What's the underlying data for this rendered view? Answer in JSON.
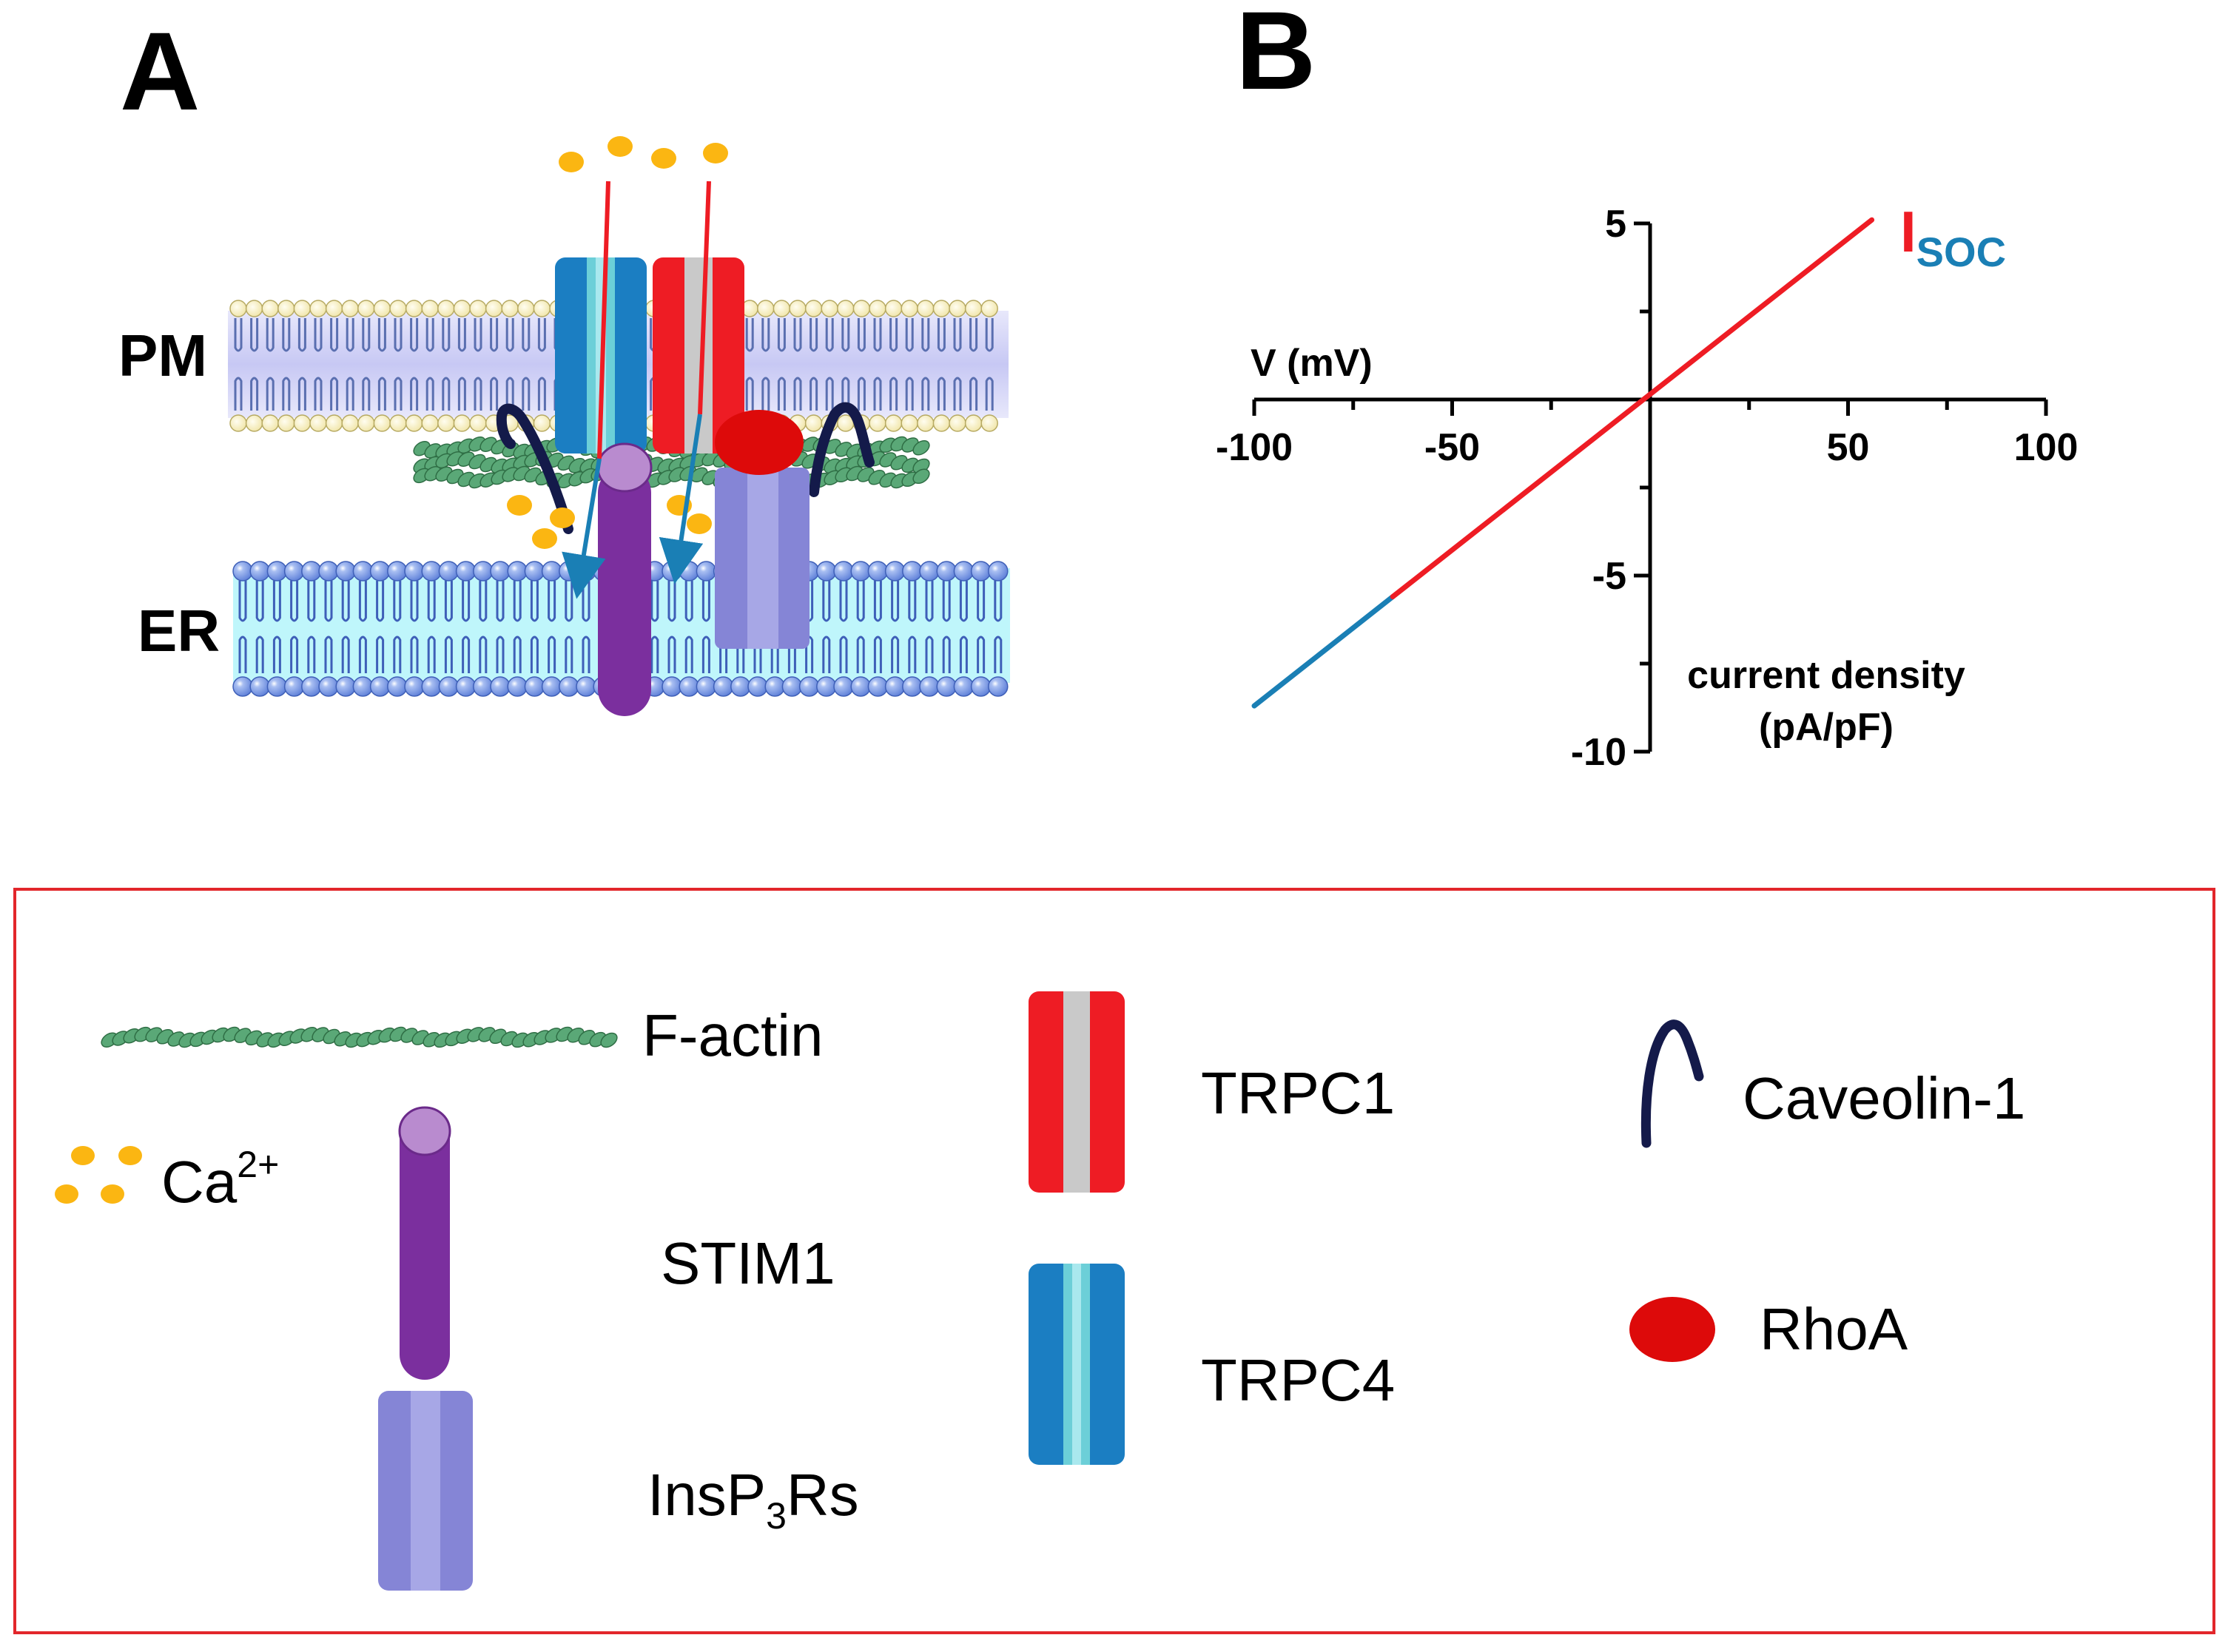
{
  "panel_a": {
    "label": "A",
    "pm_label": "PM",
    "er_label": "ER"
  },
  "panel_b": {
    "label": "B",
    "xlabel": "V (mV)",
    "ylabel_line1": "current density",
    "ylabel_line2": "(pA/pF)",
    "series_label_main": "I",
    "series_label_sub": "SOC",
    "x_ticks": [
      "-100",
      "-50",
      "50",
      "100"
    ],
    "y_ticks": [
      "5",
      "-5",
      "-10"
    ]
  },
  "chart_data": {
    "type": "line",
    "xlabel": "V (mV)",
    "ylabel": "current density (pA/pF)",
    "xlim": [
      -100,
      100
    ],
    "ylim": [
      -10,
      5
    ],
    "x_ticks": [
      -100,
      -50,
      50,
      100
    ],
    "y_ticks": [
      -10,
      -5,
      5
    ],
    "series": [
      {
        "name": "I SOC",
        "x": [
          -100,
          -65,
          56
        ],
        "y": [
          -8.7,
          -5.6,
          5.1
        ],
        "colors": [
          "#1a7fb5",
          "#ee1c24"
        ]
      }
    ]
  },
  "legend": {
    "factin": "F-actin",
    "ca_main": "Ca",
    "ca_sup": "2+",
    "stim1": "STIM1",
    "insp3rs_a": "InsP",
    "insp3rs_sub": "3",
    "insp3rs_b": "Rs",
    "trpc1": "TRPC1",
    "trpc4": "TRPC4",
    "caveolin": "Caveolin-1",
    "rhoa": "RhoA"
  },
  "colors": {
    "trpc1": "#ee1c24",
    "trpc4": "#1b7ec2",
    "stim1": "#7b2f9e",
    "insp3r": "#8585d6",
    "rhoa": "#dd0a0a",
    "caveolin": "#141a4a",
    "calcium": "#fbb612",
    "factin": "#5aa877",
    "pm_head": "#fbf3c2",
    "er_head": "#6f92e0",
    "er_band": "#bff6fb",
    "pm_band": "#cfd0f6",
    "frame": "#e2262b"
  }
}
